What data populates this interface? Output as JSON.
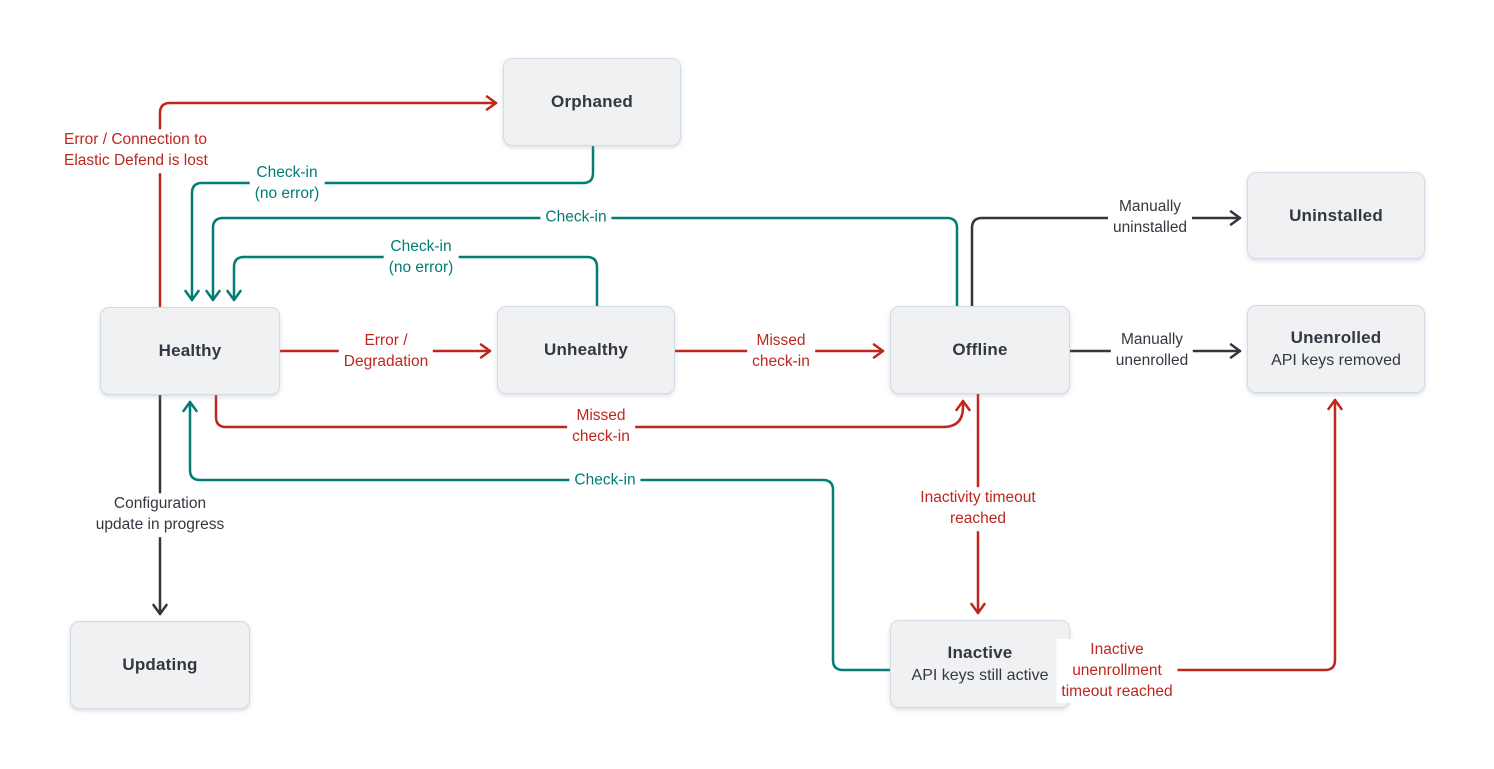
{
  "diagram": {
    "description": "Agent status state diagram",
    "colors": {
      "error_edge": "#bd271e",
      "checkin_edge": "#017d73",
      "neutral_edge": "#343741",
      "node_fill": "#f0f1f3",
      "node_border": "#d3dae6",
      "node_text": "#343741"
    },
    "nodes": {
      "orphaned": {
        "label": "Orphaned"
      },
      "uninstalled": {
        "label": "Uninstalled"
      },
      "healthy": {
        "label": "Healthy"
      },
      "unhealthy": {
        "label": "Unhealthy"
      },
      "offline": {
        "label": "Offline"
      },
      "unenrolled": {
        "label": "Unenrolled",
        "sublabel": "API keys removed"
      },
      "updating": {
        "label": "Updating"
      },
      "inactive": {
        "label": "Inactive",
        "sublabel": "API keys still active"
      }
    },
    "edges": {
      "healthy_to_orphaned": {
        "from": "Healthy",
        "to": "Orphaned",
        "type": "error",
        "label_lines": [
          "Error / Connection to",
          "Elastic Defend is lost"
        ]
      },
      "orphaned_to_healthy": {
        "from": "Orphaned",
        "to": "Healthy",
        "type": "checkin",
        "label_lines": [
          "Check-in",
          "(no error)"
        ]
      },
      "offline_to_healthy": {
        "from": "Offline",
        "to": "Healthy",
        "type": "checkin",
        "label_lines": [
          "Check-in"
        ]
      },
      "unhealthy_to_healthy": {
        "from": "Unhealthy",
        "to": "Healthy",
        "type": "checkin",
        "label_lines": [
          "Check-in",
          "(no error)"
        ]
      },
      "healthy_to_unhealthy": {
        "from": "Healthy",
        "to": "Unhealthy",
        "type": "error",
        "label_lines": [
          "Error /",
          "Degradation"
        ]
      },
      "unhealthy_to_offline": {
        "from": "Unhealthy",
        "to": "Offline",
        "type": "error",
        "label_lines": [
          "Missed",
          "check-in"
        ]
      },
      "offline_to_uninstalled": {
        "from": "Offline",
        "to": "Uninstalled",
        "type": "neutral",
        "label_lines": [
          "Manually",
          "uninstalled"
        ]
      },
      "offline_to_unenrolled": {
        "from": "Offline",
        "to": "Unenrolled",
        "type": "neutral",
        "label_lines": [
          "Manually",
          "unenrolled"
        ]
      },
      "healthy_to_offline": {
        "from": "Healthy",
        "to": "Offline",
        "type": "error",
        "label_lines": [
          "Missed",
          "check-in"
        ]
      },
      "inactive_to_healthy": {
        "from": "Inactive",
        "to": "Healthy",
        "type": "checkin",
        "label_lines": [
          "Check-in"
        ]
      },
      "healthy_to_updating": {
        "from": "Healthy",
        "to": "Updating",
        "type": "neutral",
        "label_lines": [
          "Configuration",
          "update in progress"
        ]
      },
      "offline_to_inactive": {
        "from": "Offline",
        "to": "Inactive",
        "type": "error",
        "label_lines": [
          "Inactivity timeout",
          "reached"
        ]
      },
      "inactive_to_unenrolled": {
        "from": "Inactive",
        "to": "Unenrolled",
        "type": "error",
        "label_lines": [
          "Inactive",
          "unenrollment",
          "timeout reached"
        ]
      }
    }
  }
}
